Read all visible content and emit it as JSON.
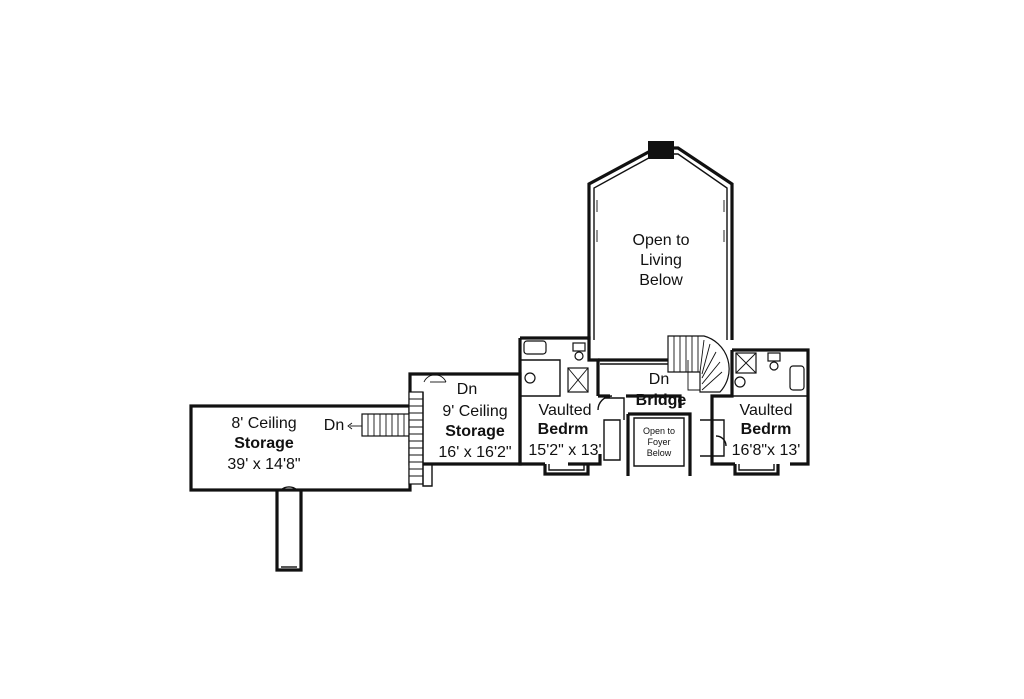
{
  "rooms": {
    "storage_large": {
      "line1": "8' Ceiling",
      "name": "Storage",
      "size": "39' x 14'8\""
    },
    "storage_small": {
      "line1": "9' Ceiling",
      "name": "Storage",
      "size": "16' x 16'2\""
    },
    "open_living": {
      "line1": "Open to",
      "line2": "Living",
      "line3": "Below"
    },
    "bridge": {
      "name": "Bridge"
    },
    "bedroom_left": {
      "line1": "Vaulted",
      "name": "Bedrm",
      "size": "15'2\" x 13'"
    },
    "bedroom_right": {
      "line1": "Vaulted",
      "name": "Bedrm",
      "size": "16'8\"x 13'"
    },
    "open_foyer": {
      "line1": "Open to",
      "line2": "Foyer",
      "line3": "Below"
    }
  },
  "stairs": {
    "down_left": "Dn",
    "down_mid": "Dn",
    "down_bridge": "Dn"
  }
}
